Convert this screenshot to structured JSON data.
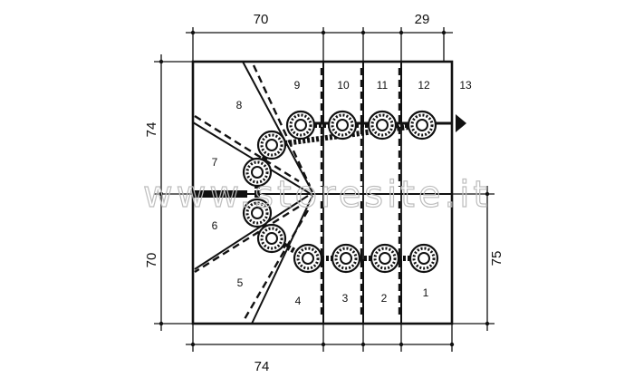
{
  "diagram": {
    "dimensions": {
      "top_left": "70",
      "top_right": "29",
      "left_top": "74",
      "left_bottom": "70",
      "right": "75",
      "bottom": "74"
    },
    "steps": [
      "1",
      "2",
      "3",
      "4",
      "5",
      "6",
      "7",
      "8",
      "9",
      "10",
      "11",
      "12",
      "13"
    ],
    "watermark": "www.storesite.it",
    "colors": {
      "line": "#111111",
      "watermark": "#bdbdbd",
      "background": "#ffffff"
    }
  }
}
